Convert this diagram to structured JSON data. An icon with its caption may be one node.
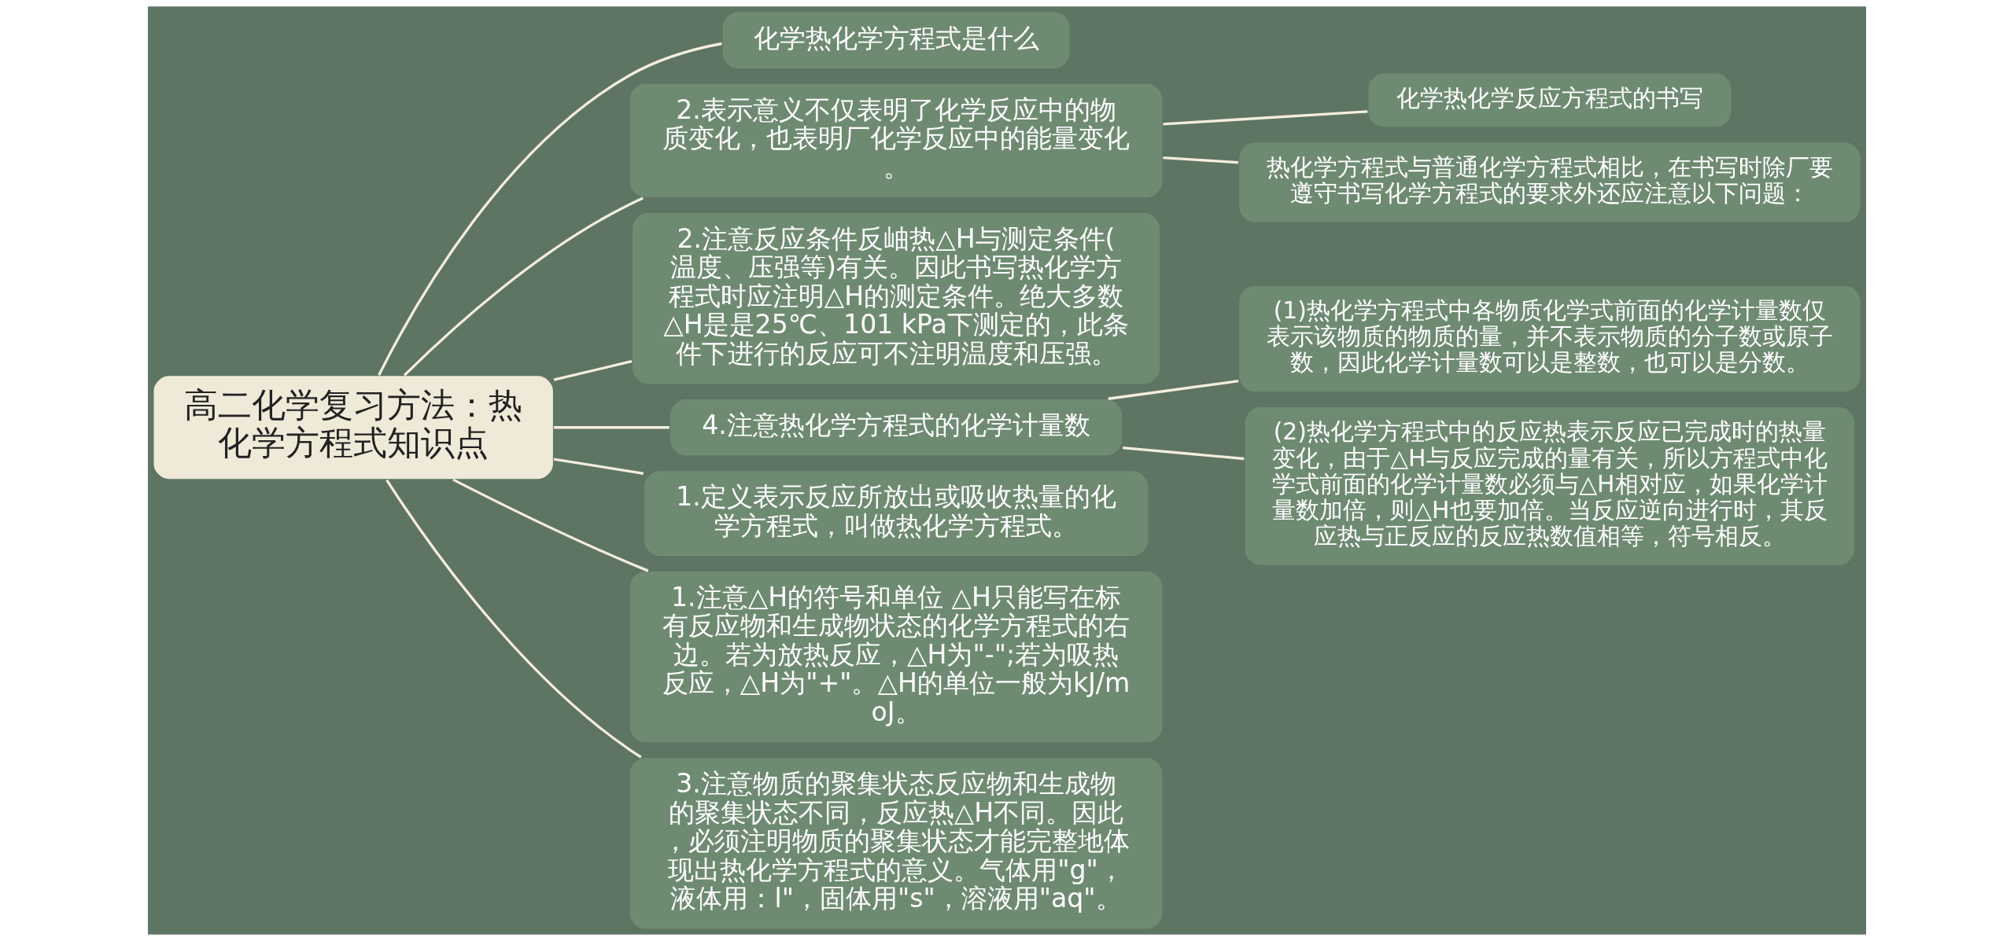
{
  "diagram": {
    "nodes": [
      {
        "text": [
          "高二化学复习方法：热化学方程式知识点"
        ]
      },
      {
        "text": [
          "化学热化学方程式是什么"
        ]
      },
      {
        "text": [
          "2.表示意义不仅表明了化学反应中的物质变化，也表明厂化学反应中的能量变化。"
        ]
      },
      {
        "text": [
          "化学热化学反应方程式的书写"
        ]
      },
      {
        "text": [
          "热化学方程式与普通化学方程式相比，在书写时除厂要遵守书写化学方程式的要求外还应注意以下问题："
        ]
      },
      {
        "text": [
          "2.注意反应条件反岫热△H与测定条件(温度、压强等)有关。因此书写热化学方程式时应注明△H的测定条件。绝大多数△H是是25℃、101 kPa下测定的，此条件下进行的反应可不注明温度和压强。"
        ]
      },
      {
        "text": [
          "4.注意热化学方程式的化学计量数"
        ]
      },
      {
        "text": [
          "(1)热化学方程式中各物质化学式前面的化学计量数仅表示该物质的物质的量，并不表示物质的分子数或原子数，因此化学计量数可以是整数，也可以是分数。"
        ]
      },
      {
        "text": [
          "(2)热化学方程式中的反应热表示反应已完成时的热量变化，由于△H与反应完成的量有关，所以方程式中化学式前面的化学计量数必须与△H相对应，如果化学计量数加倍，则△H也要加倍。当反应逆向进行时，其反应热与正反应的反应热数值相等，符号相反。"
        ]
      },
      {
        "text": [
          "1.定义表示反应所放出或吸收热量的化学方程式，叫做热化学方程式。"
        ]
      },
      {
        "text": [
          "1.注意△H的符号和单位 △H只能写在标有反应物和生成物状态的化学方程式的右边。若为放热反应，△H为\"-\";若为吸热反应，△H为\"+\"。△H的单位一般为kJ/moJ。"
        ]
      },
      {
        "text": [
          "3.注意物质的聚集状态反应物和生成物的聚集状态不同，反应热△H不同。因此，必须注明物质的聚集状态才能完整地体现出热化学方程式的意义。气体用\"g\"，液体用：l\"，固体用\"s\"，溶液用\"aq\"。"
        ]
      }
    ],
    "edges": [
      {
        "from": 0,
        "to": 1,
        "arrow": "none"
      },
      {
        "from": 0,
        "to": 2,
        "arrow": "none"
      },
      {
        "from": 2,
        "to": 3,
        "arrow": "none"
      },
      {
        "from": 2,
        "to": 4,
        "arrow": "none"
      },
      {
        "from": 0,
        "to": 5,
        "arrow": "none"
      },
      {
        "from": 0,
        "to": 6,
        "arrow": "none"
      },
      {
        "from": 6,
        "to": 7,
        "arrow": "none"
      },
      {
        "from": 6,
        "to": 8,
        "arrow": "none"
      },
      {
        "from": 0,
        "to": 9,
        "arrow": "none"
      },
      {
        "from": 0,
        "to": 10,
        "arrow": "none"
      },
      {
        "from": 0,
        "to": 11,
        "arrow": "none"
      }
    ]
  }
}
